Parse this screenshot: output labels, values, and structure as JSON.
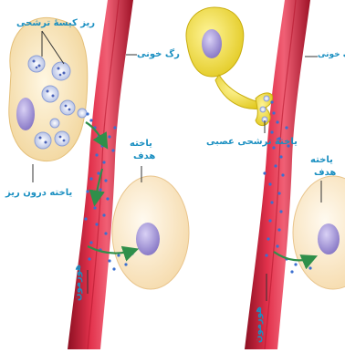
{
  "left_panel": {
    "vesicle_label": "ریز کیسهٔ ترشحی",
    "cell_label": "یاخته درون ریز",
    "vessel_label": "رگ خونی",
    "target_label_line1": "یاخته",
    "target_label_line2": "هدف",
    "hormone_label": "هورمون"
  },
  "right_panel": {
    "vessel_label": "رگ خونی",
    "cell_label": "یاختهٔ ترشحی عصبی",
    "target_label_line1": "یاخته",
    "target_label_line2": "هدف",
    "hormone_label": "هورمون"
  },
  "colors": {
    "vessel": "#d21f3c",
    "vessel_dark": "#8c0f22",
    "endocrine_cell": "#f7e2b4",
    "neuron": "#f3e233",
    "target_cell": "#fbe8c8",
    "nucleus": "#a79ad8",
    "label_text": "#1a8fc1",
    "arrow": "#2f8f4a",
    "hormone_dot": "#3b6fd0"
  }
}
